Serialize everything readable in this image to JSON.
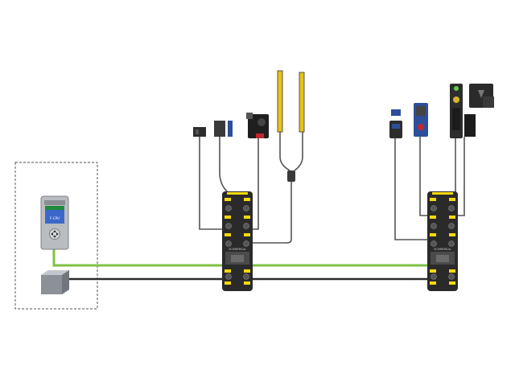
{
  "colors": {
    "ethernet_cable": "#7cc243",
    "power_cable": "#2b2b2b",
    "signal_cable": "#555555",
    "module_body": "#2a2a2a",
    "module_accent": "#f5d90f",
    "light_curtain": "#e8c21a",
    "frame_dash": "#555555"
  },
  "controller": {
    "screen_line_1": "",
    "screen_line_2": "",
    "screen_line_3": "F-CPU",
    "keypad_icon": "dpad-icon"
  },
  "modules": [
    {
      "id": "module-left",
      "brand": "SCHMERSAL"
    },
    {
      "id": "module-right",
      "brand": "SCHMERSAL"
    }
  ],
  "devices": [
    {
      "id": "magnetic-sensor-left",
      "icon": "magnetic-safety-sensor-icon"
    },
    {
      "id": "magnetic-sensor-right",
      "icon": "magnetic-safety-sensor-icon"
    },
    {
      "id": "door-interlock",
      "icon": "guard-locking-interlock-icon"
    },
    {
      "id": "light-curtain",
      "icon": "safety-light-curtain-icon"
    },
    {
      "id": "rfid-sensor",
      "icon": "rfid-safety-sensor-icon"
    },
    {
      "id": "emergency-stop-box",
      "icon": "emergency-stop-icon"
    },
    {
      "id": "enabling-switch",
      "icon": "enabling-switch-icon"
    },
    {
      "id": "solenoid-interlock",
      "icon": "solenoid-interlock-icon"
    }
  ]
}
